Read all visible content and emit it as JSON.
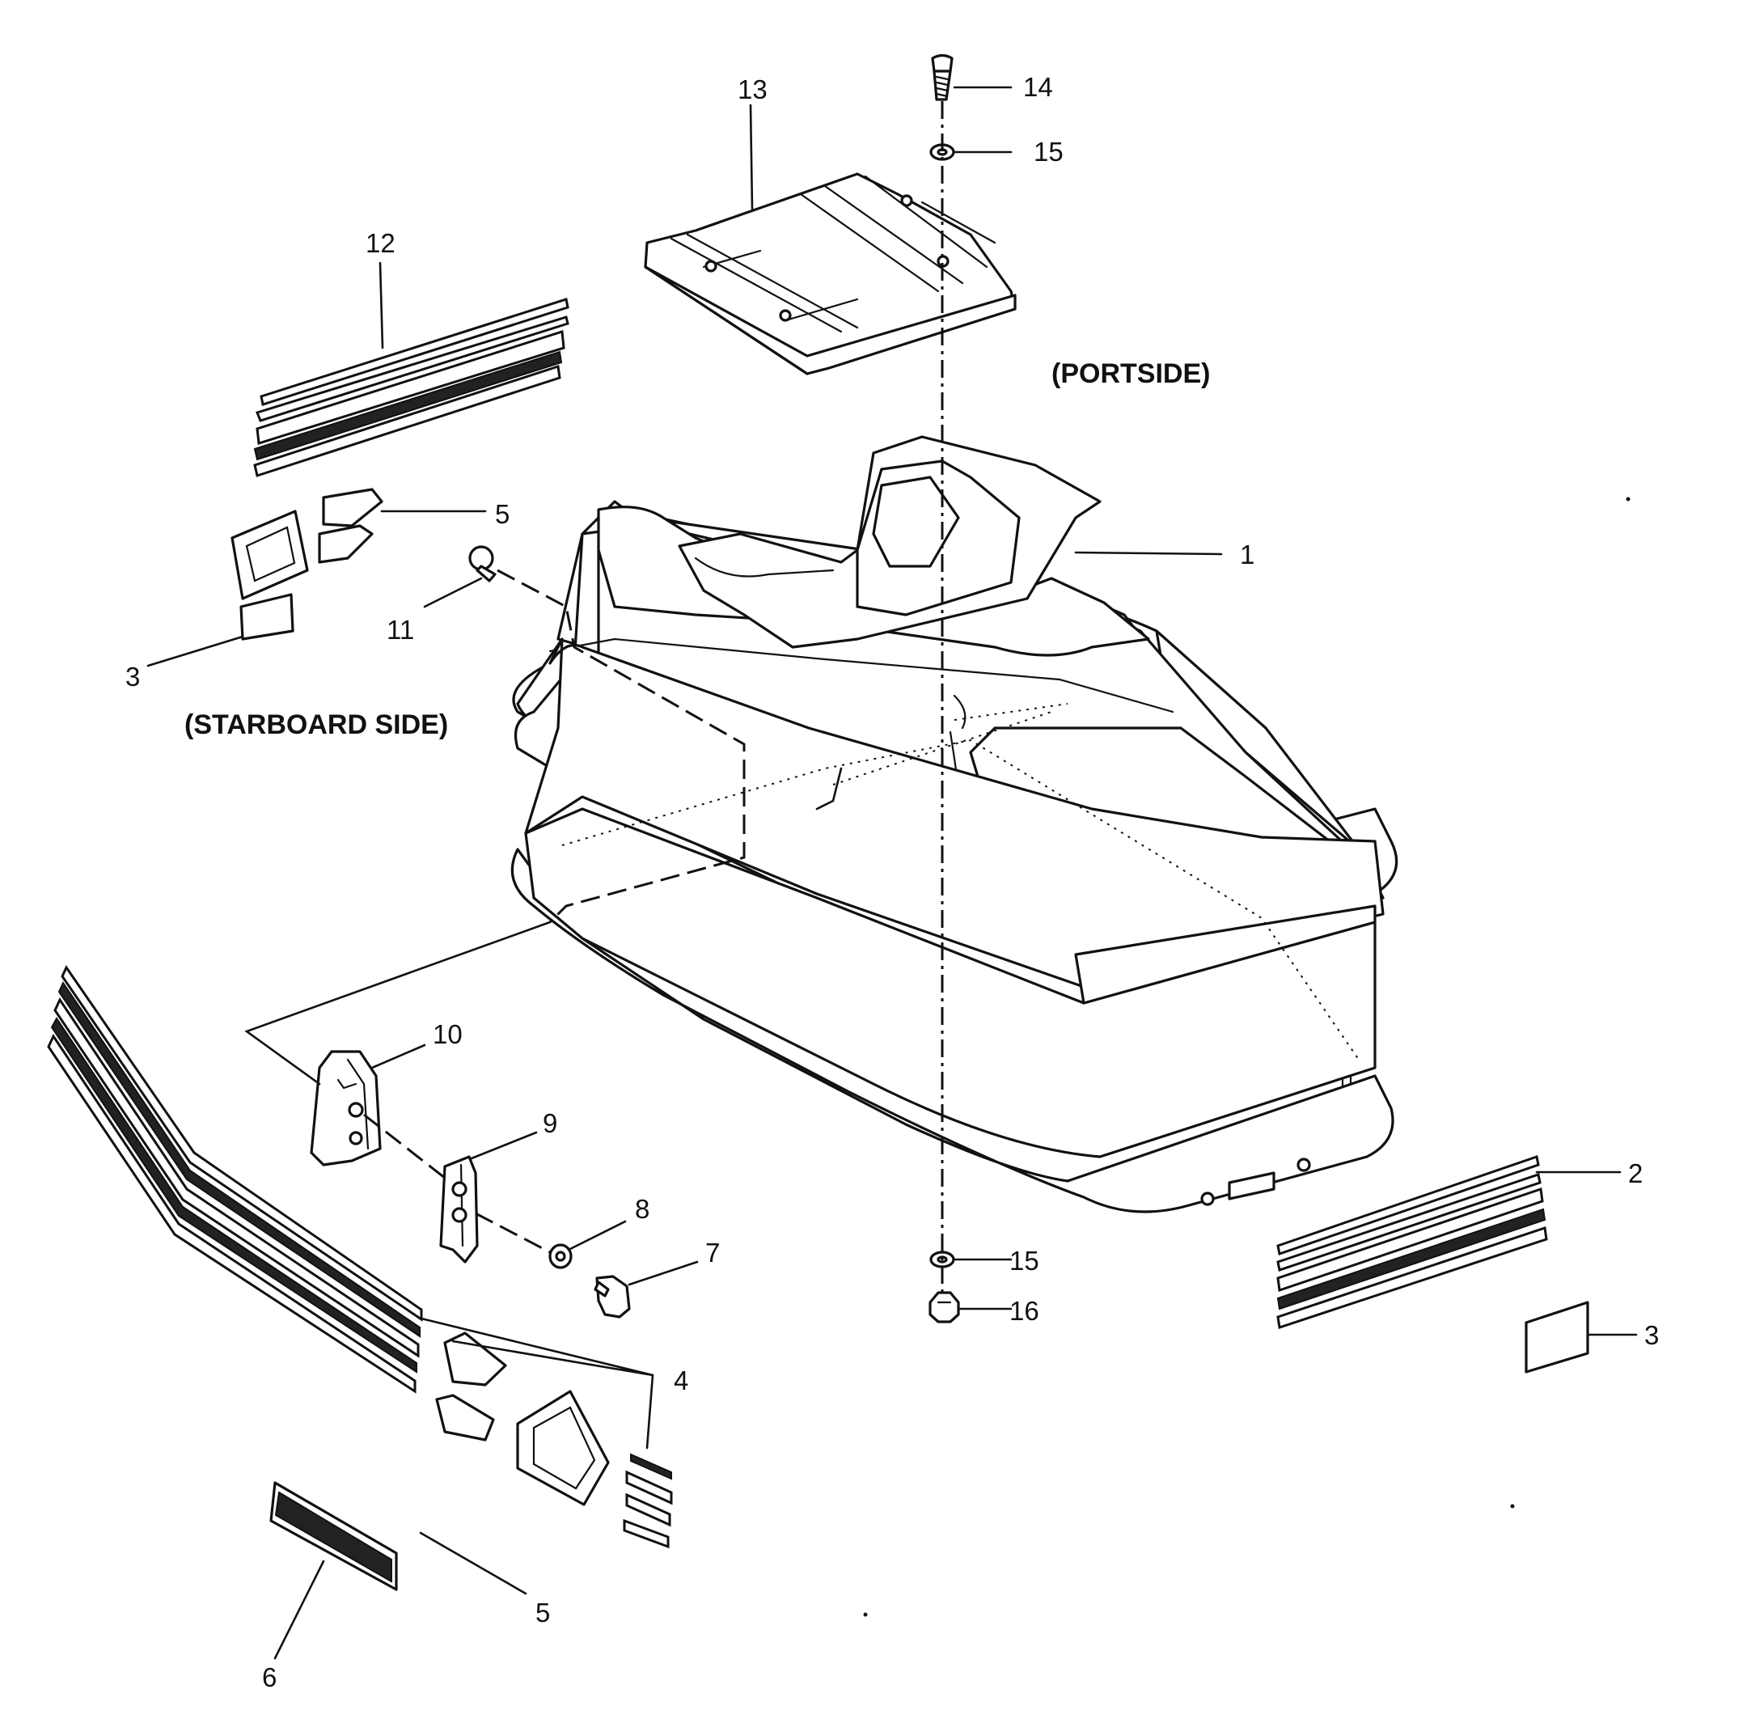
{
  "diagram": {
    "notes": {
      "portside": "(PORTSIDE)",
      "starboard": "(STARBOARD SIDE)"
    },
    "callouts": {
      "c1": "1",
      "c2": "2",
      "c3a": "3",
      "c3b": "3",
      "c4": "4",
      "c5a": "5",
      "c5b": "5",
      "c6": "6",
      "c7": "7",
      "c8": "8",
      "c9": "9",
      "c10": "10",
      "c11": "11",
      "c12": "12",
      "c13": "13",
      "c14": "14",
      "c15a": "15",
      "c15b": "15",
      "c16": "16"
    }
  }
}
